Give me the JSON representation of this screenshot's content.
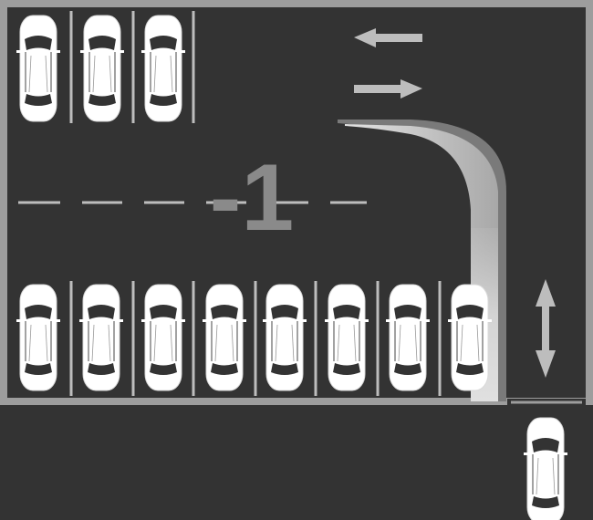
{
  "level": {
    "label": "-1"
  },
  "colors": {
    "background": "#3a3a3a",
    "floor": "#333333",
    "wall": "#9d9d9d",
    "marking": "#bdbdbd",
    "ramp_dark": "#7a7a7a",
    "ramp_light": "#d0d0d0",
    "car_body": "#ffffff",
    "car_glass": "#333333",
    "level_text": "#8a8a8a"
  },
  "parking": {
    "top_row_spaces": 3,
    "bottom_row_spaces": 8
  },
  "arrows": {
    "lane_top": "arrow-left-icon",
    "lane_bottom": "arrow-right-icon",
    "exit": "arrow-up-down-icon"
  }
}
